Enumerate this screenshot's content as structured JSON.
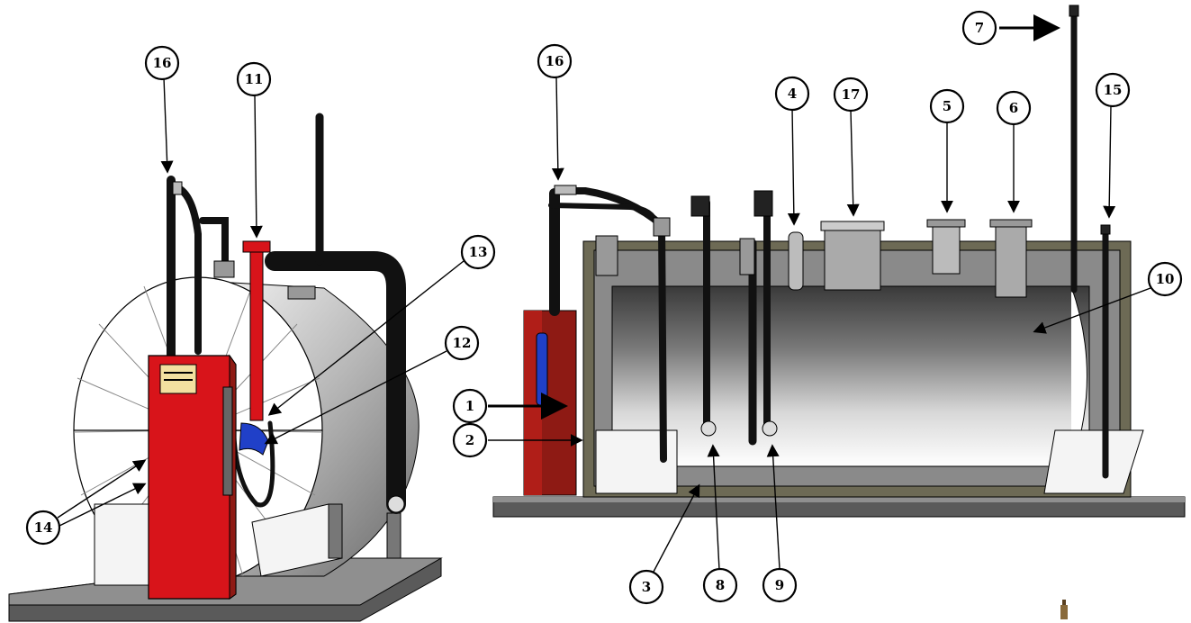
{
  "colors": {
    "pump_red": "#d8141a",
    "pump_dark_red": "#8e1a14",
    "pipe_black": "#111111",
    "containment_olive": "#6d6a55",
    "tank_gray": "#8a8a8a",
    "skid_gray": "#5a5a5a",
    "nozzle_blue": "#2040c8"
  },
  "callouts": {
    "left_16": "16",
    "left_11": "11",
    "left_13": "13",
    "left_12": "12",
    "left_14": "14",
    "right_16": "16",
    "right_4": "4",
    "right_17": "17",
    "right_5": "5",
    "right_6": "6",
    "right_7": "7",
    "right_15": "15",
    "right_10": "10",
    "right_1": "1",
    "right_2": "2",
    "right_3": "3",
    "right_8": "8",
    "right_9": "9"
  }
}
